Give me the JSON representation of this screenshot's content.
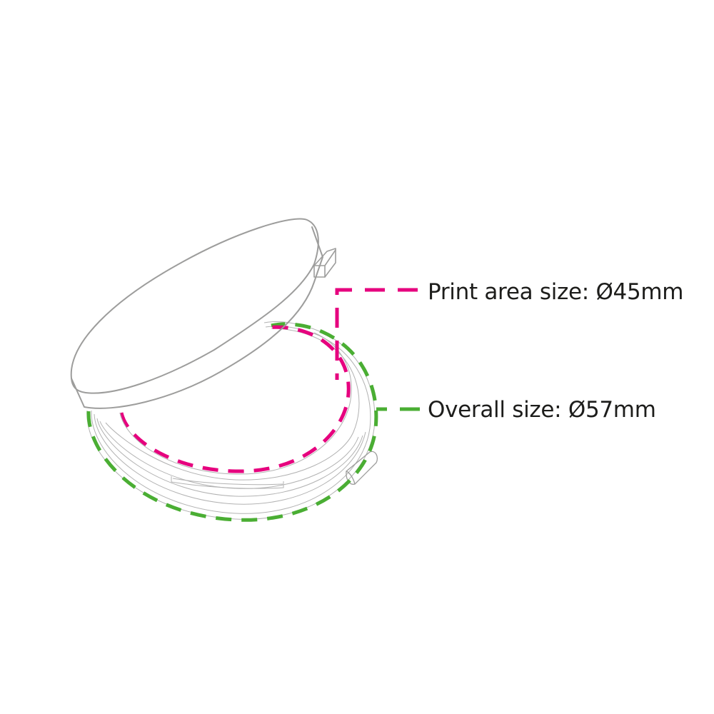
{
  "diagram": {
    "subject": "compact mirror (open, isometric line drawing)",
    "annotations": [
      {
        "id": "print-area",
        "text": "Print area size: Ø45mm",
        "color": "#e6007e"
      },
      {
        "id": "overall",
        "text": "Overall size: Ø57mm",
        "color": "#4aae33"
      }
    ],
    "line_color": "#9d9d9c",
    "background": "#ffffff"
  }
}
